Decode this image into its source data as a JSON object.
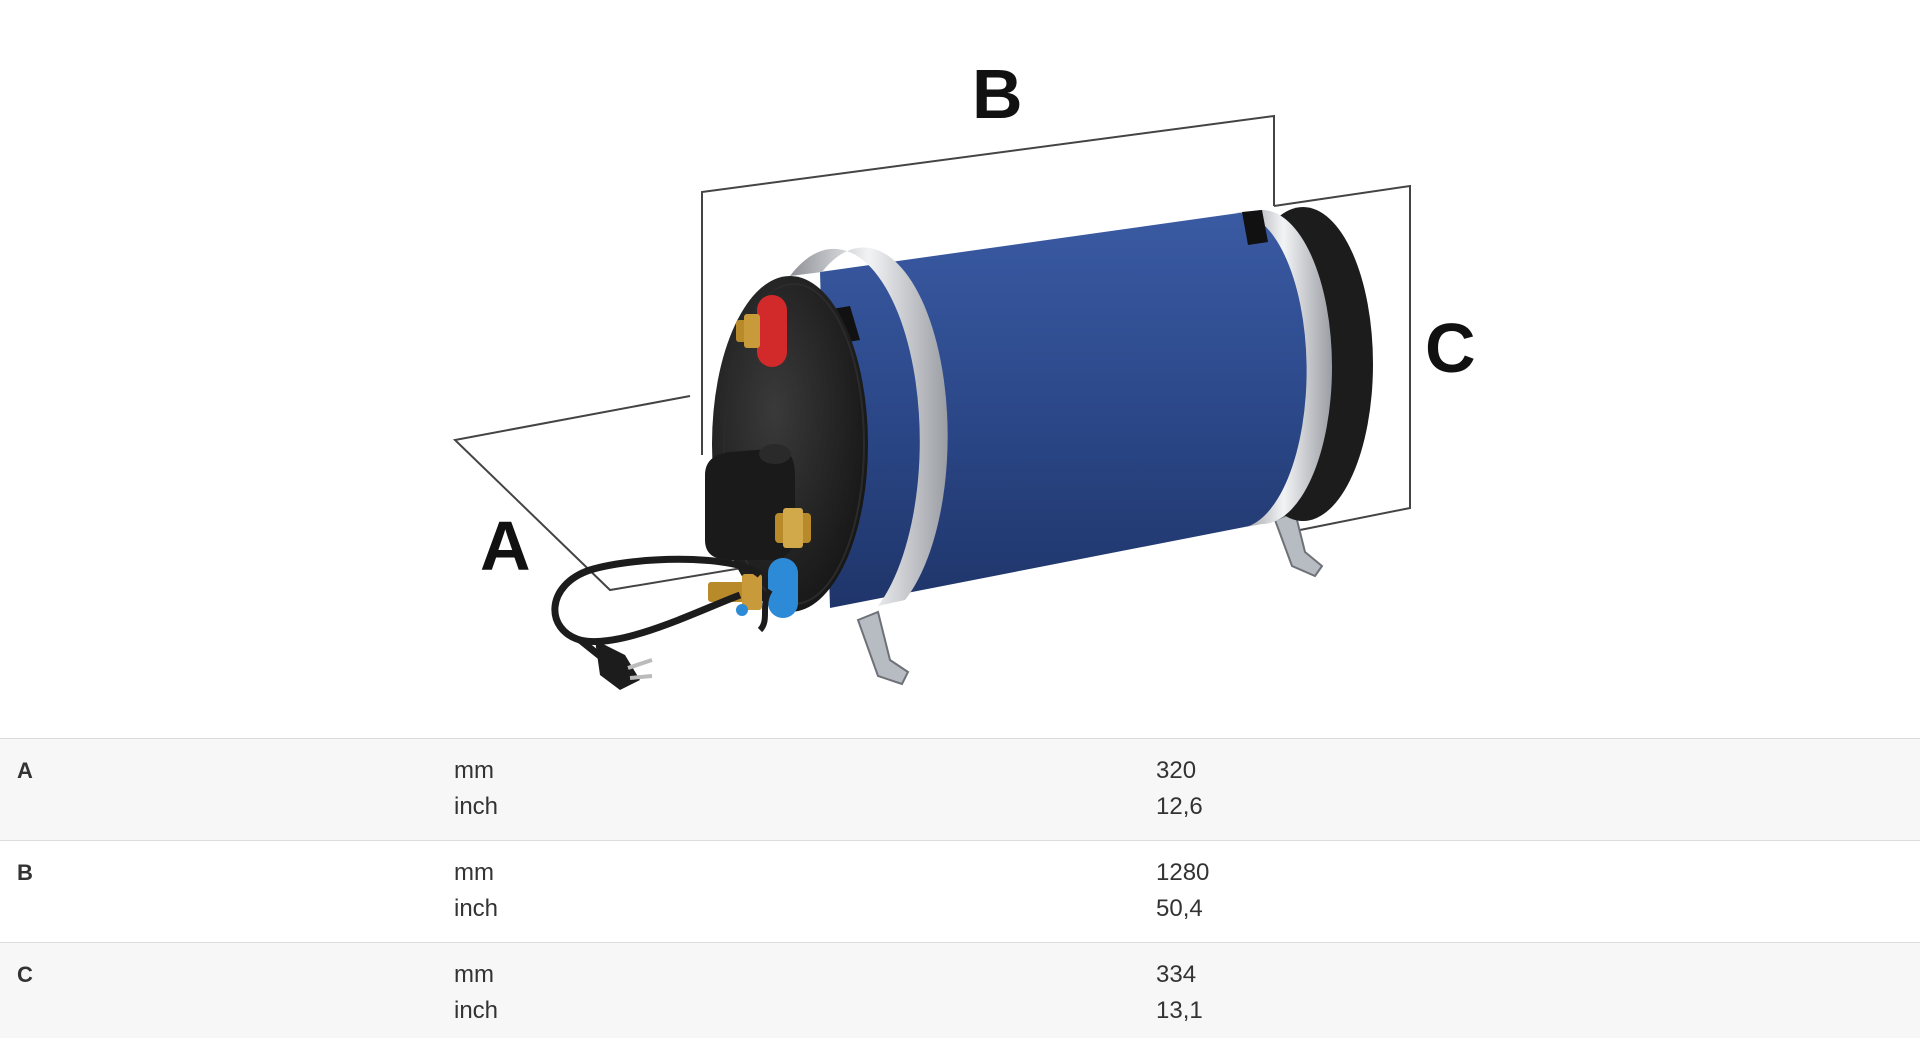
{
  "figure": {
    "labels": {
      "a": "A",
      "b": "B",
      "c": "C"
    },
    "colors": {
      "tank_blue": "#2d4a8c",
      "end_cap": "#1e1e1e",
      "band": "#c9ccd1",
      "hot_port": "#d22a2a",
      "cold_port": "#2d8ad6",
      "brass": "#b88a2a",
      "dimension_line": "#444444"
    }
  },
  "dimensions": [
    {
      "key": "A",
      "units": [
        "mm",
        "inch"
      ],
      "values": [
        "320",
        "12,6"
      ]
    },
    {
      "key": "B",
      "units": [
        "mm",
        "inch"
      ],
      "values": [
        "1280",
        "50,4"
      ]
    },
    {
      "key": "C",
      "units": [
        "mm",
        "inch"
      ],
      "values": [
        "334",
        "13,1"
      ]
    }
  ]
}
